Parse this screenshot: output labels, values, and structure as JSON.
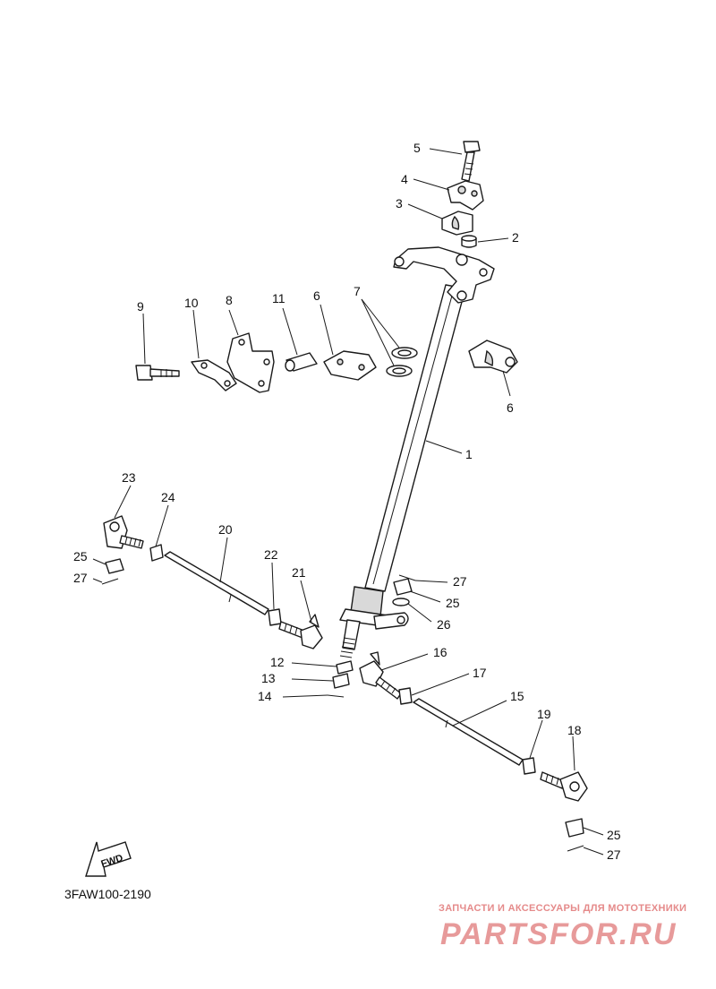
{
  "diagram": {
    "code": "3FAW100-2190",
    "fwd_label": "FWD",
    "callouts": [
      "5",
      "4",
      "3",
      "2",
      "9",
      "10",
      "8",
      "11",
      "6",
      "7",
      "6",
      "1",
      "23",
      "24",
      "20",
      "22",
      "21",
      "25",
      "27",
      "27",
      "25",
      "26",
      "12",
      "13",
      "14",
      "16",
      "17",
      "15",
      "19",
      "18",
      "25",
      "27"
    ]
  },
  "watermark": {
    "tagline": "ЗАПЧАСТИ И АКСЕССУАРЫ ДЛЯ МОТОТЕХНИКИ",
    "logo": "PARTSFOR.RU"
  }
}
